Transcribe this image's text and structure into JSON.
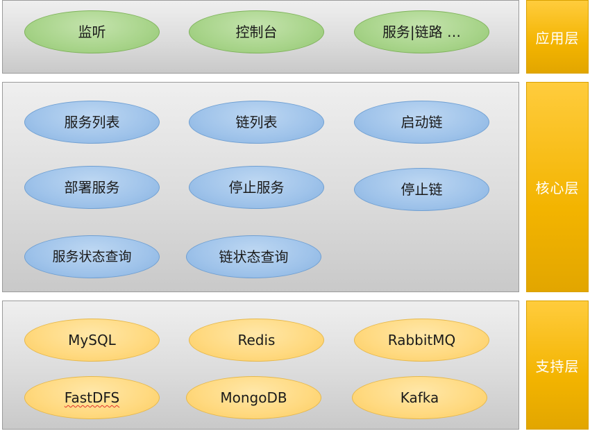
{
  "layers": {
    "application": {
      "label": "应用层",
      "items": [
        "监听",
        "控制台",
        "服务|链路 …"
      ]
    },
    "core": {
      "label": "核心层",
      "items": [
        "服务列表",
        "链列表",
        "启动链",
        "部署服务",
        "停止服务",
        "停止链",
        "服务状态查询",
        "链状态查询"
      ]
    },
    "support": {
      "label": "支持层",
      "items": [
        "MySQL",
        "Redis",
        "RabbitMQ",
        "FastDFS",
        "MongoDB",
        "Kafka"
      ]
    }
  },
  "colors": {
    "application_nodes": "#a8d48a",
    "core_nodes": "#9fc3ea",
    "support_nodes": "#ffd97f",
    "layer_label": "#f3b400",
    "panel": "#dcdcdc"
  }
}
